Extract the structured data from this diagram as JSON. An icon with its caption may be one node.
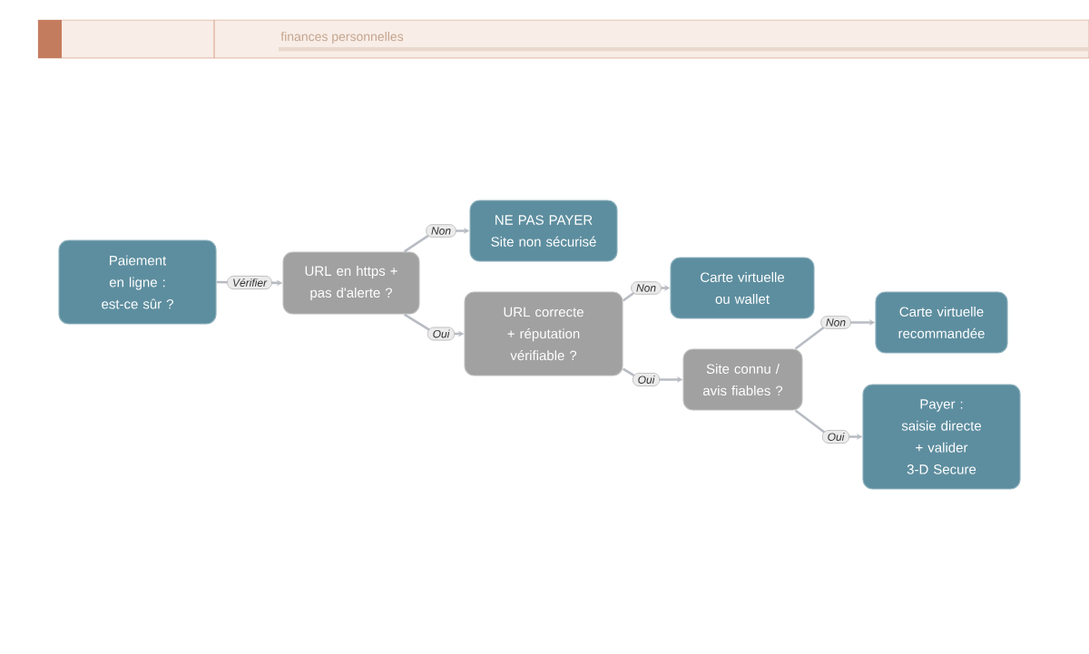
{
  "diagram": {
    "nodes": [
      {
        "text": [
          "Paiement en ligne : est-ce sûr ?"
        ]
      },
      {
        "text": [
          "URL en https + pas d'alerte ?"
        ]
      },
      {
        "text": [
          "NE PAS PAYER Site non sécurisé"
        ]
      },
      {
        "text": [
          "URL correcte + réputation vérifiable ?"
        ]
      },
      {
        "text": [
          "Carte virtuelle ou wallet"
        ]
      },
      {
        "text": [
          "Site connu / avis fiables ?"
        ]
      },
      {
        "text": [
          "Carte virtuelle recommandée"
        ]
      },
      {
        "text": [
          "Payer : saisie directe + valider 3-D Secure"
        ]
      }
    ],
    "edges": [
      {
        "from": 0,
        "to": 1,
        "arrow": "to",
        "label": "Vérifier"
      },
      {
        "from": 1,
        "to": 2,
        "arrow": "to",
        "label": "Non"
      },
      {
        "from": 1,
        "to": 3,
        "arrow": "to",
        "label": "Oui"
      },
      {
        "from": 3,
        "to": 4,
        "arrow": "to",
        "label": "Non"
      },
      {
        "from": 3,
        "to": 5,
        "arrow": "to",
        "label": "Oui"
      },
      {
        "from": 5,
        "to": 6,
        "arrow": "to",
        "label": "Non"
      },
      {
        "from": 5,
        "to": 7,
        "arrow": "to",
        "label": "Oui"
      }
    ],
    "labels": [
      "finances personnelles"
    ]
  }
}
